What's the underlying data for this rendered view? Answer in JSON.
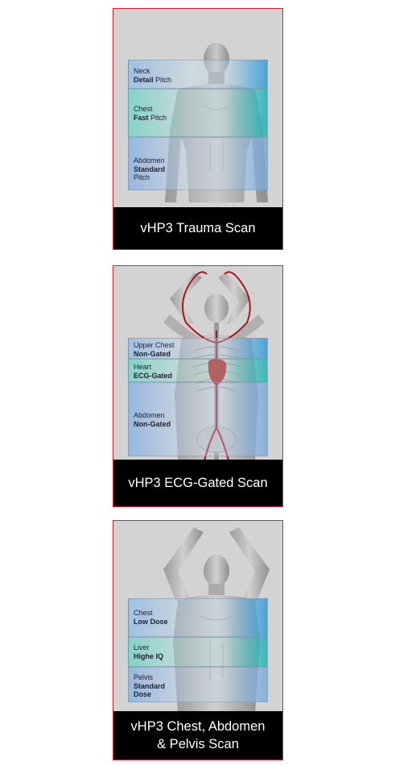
{
  "cards": [
    {
      "caption": "vHP3 Trauma Scan",
      "bands": [
        {
          "line1": "Neck",
          "line2": "Detail",
          "line2_rest": " Pitch",
          "line3": ""
        },
        {
          "line1": "Chest",
          "line2": "Fast",
          "line2_rest": " Pitch",
          "line3": ""
        },
        {
          "line1": "Abdomen",
          "line2": "Standard",
          "line2_rest": "",
          "line3": "Pitch"
        }
      ]
    },
    {
      "caption": "vHP3 ECG-Gated Scan",
      "bands": [
        {
          "line1": "Upper Chest",
          "line2": "Non-Gated"
        },
        {
          "line1": "Heart",
          "line2": "ECG-Gated"
        },
        {
          "line1": "Abdomen",
          "line2": "Non-Gated"
        }
      ]
    },
    {
      "caption_line1": "vHP3 Chest, Abdomen",
      "caption_line2": "& Pelvis Scan",
      "bands": [
        {
          "line1": "Chest",
          "line2": "Low Dose"
        },
        {
          "line1": "Liver",
          "line2": "Highe IQ"
        },
        {
          "line1": "Pelvis",
          "line2": "Standard",
          "line3": "Dose"
        }
      ]
    }
  ],
  "colors": {
    "frame": "#d9262e",
    "caption_bg": "#000000",
    "artery": "#a4161a"
  }
}
